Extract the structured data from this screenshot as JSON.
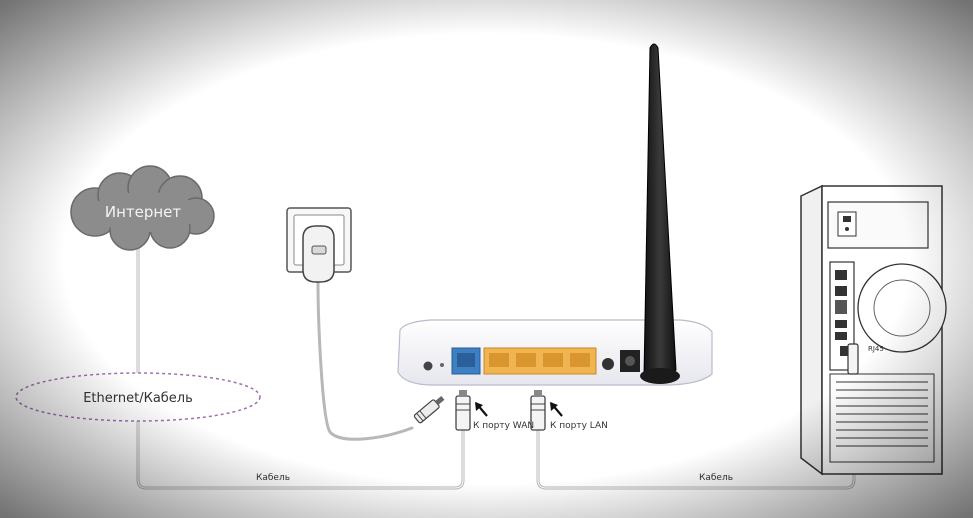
{
  "diagram": {
    "internet_label": "Интернет",
    "ethernet_label": "Ethernet/Кабель",
    "cable_label_left": "Кабель",
    "cable_label_right": "Кабель",
    "wan_port_label": "К порту WAN",
    "lan_port_label": "К порту LAN",
    "pc_port_label": "RJ45"
  },
  "colors": {
    "cloud_fill": "#8c8c8c",
    "wan_port": "#3d7fc2",
    "lan_ports": "#f0b450",
    "antenna": "#222222",
    "cable": "#b8b8b8",
    "ellipse_stroke": "#a070b0"
  }
}
